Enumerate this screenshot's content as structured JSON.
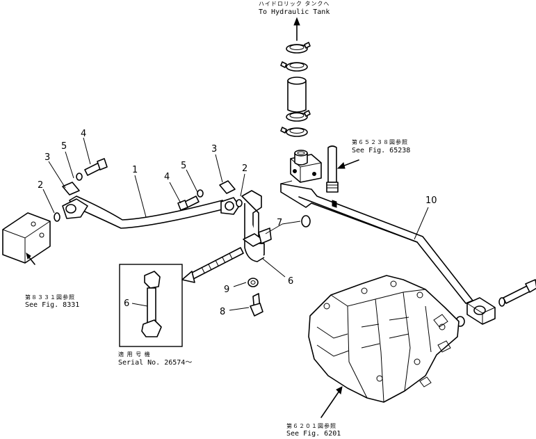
{
  "references": {
    "tank_jp": "ハイドロリック タンクへ",
    "tank_en": "To Hydraulic Tank",
    "fig65238_jp": "第６５２３８図参照",
    "fig65238_en": "See Fig. 65238",
    "fig8331_jp": "第８３３１図参照",
    "fig8331_en": "See Fig. 8331",
    "fig6201_jp": "第６２０１図参照",
    "fig6201_en": "See Fig. 6201",
    "serial_jp": "適 用 号 機",
    "serial_en": "Serial No. 26574～"
  },
  "callouts": {
    "c1": "1",
    "c2a": "2",
    "c2b": "2",
    "c3a": "3",
    "c3b": "3",
    "c4a": "4",
    "c4b": "4",
    "c5a": "5",
    "c5b": "5",
    "c6a": "6",
    "c6b": "6",
    "c7": "7",
    "c8": "8",
    "c9": "9",
    "c10": "10"
  }
}
